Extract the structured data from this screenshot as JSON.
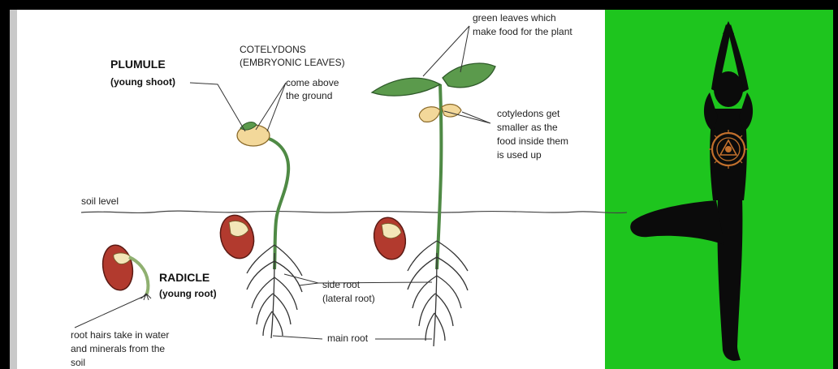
{
  "labels": {
    "plumule": "PLUMULE",
    "young_shoot": "(young shoot)",
    "cotyledons_title_1": "COTELYDONS",
    "cotyledons_title_2": "(EMBRYONIC LEAVES)",
    "come_above_1": "come above",
    "come_above_2": "the ground",
    "green_leaves_1": "green leaves which",
    "green_leaves_2": "make food for the plant",
    "cotyledons_get_1": "cotyledons get",
    "cotyledons_get_2": "smaller as the",
    "cotyledons_get_3": "food inside them",
    "cotyledons_get_4": "is used up",
    "soil_level": "soil level",
    "radicle": "RADICLE",
    "young_root": "(young root)",
    "side_root_1": "side root",
    "side_root_2": "(lateral root)",
    "main_root": "main root",
    "root_hairs_1": "root hairs take in water",
    "root_hairs_2": "and minerals from the",
    "root_hairs_3": "soil"
  },
  "colors": {
    "background_frame": "#000000",
    "diagram_background": "#ffffff",
    "green_panel": "#1ec51e",
    "stem_green": "#4f8a45",
    "leaf_green": "#5b9a4c",
    "seed_red": "#b23a2e",
    "cotyledon_yellow": "#f3d89a",
    "silhouette": "#0b0b0b",
    "chakra": "#c2702d"
  }
}
